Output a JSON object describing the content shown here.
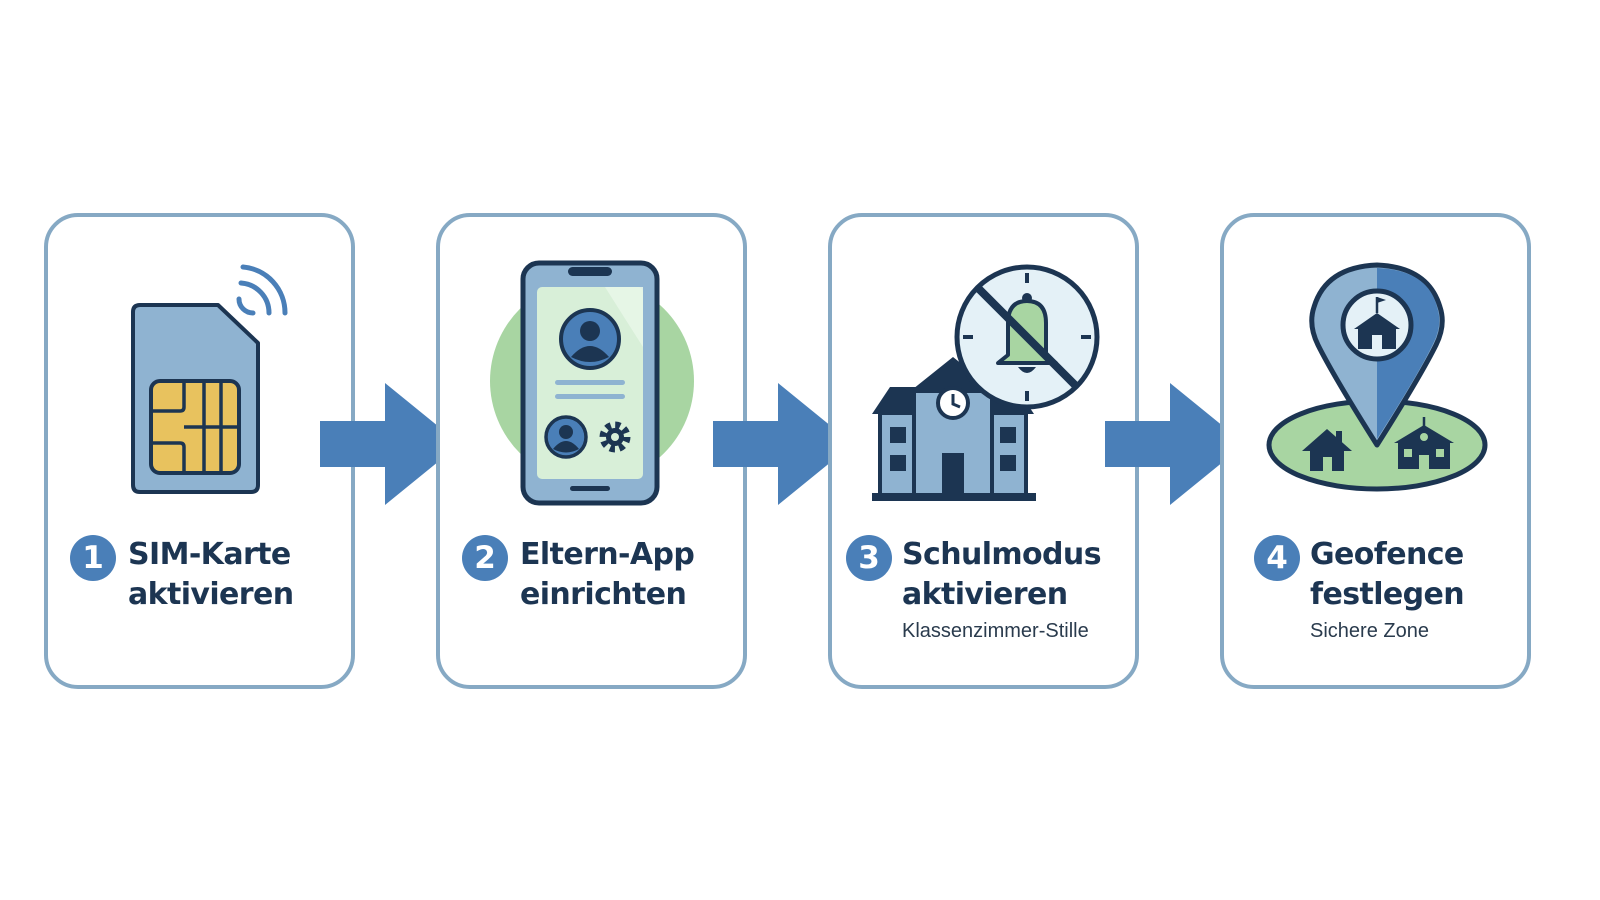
{
  "steps": [
    {
      "number": "1",
      "title_line1": "SIM-Karte",
      "title_line2": "aktivieren",
      "subtitle": "",
      "icon": "sim-card-icon"
    },
    {
      "number": "2",
      "title_line1": "Eltern-App",
      "title_line2": "einrichten",
      "subtitle": "",
      "icon": "smartphone-app-icon"
    },
    {
      "number": "3",
      "title_line1": "Schulmodus",
      "title_line2": "aktivieren",
      "subtitle": "Klassenzimmer-Stille",
      "icon": "school-silent-icon"
    },
    {
      "number": "4",
      "title_line1": "Geofence",
      "title_line2": "festlegen",
      "subtitle": "Sichere Zone",
      "icon": "geofence-pin-icon"
    }
  ],
  "colors": {
    "card_border": "#86a9c4",
    "accent_blue": "#4a7fb8",
    "dark_navy": "#1c3552",
    "light_blue": "#8fb3d1",
    "green": "#a8d5a2",
    "sim_gold": "#e8c25e"
  }
}
